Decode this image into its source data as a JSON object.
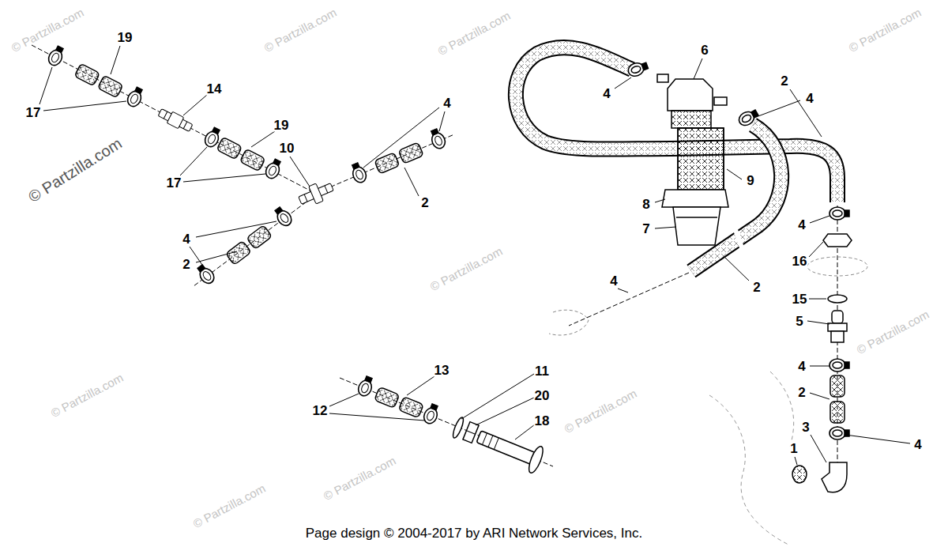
{
  "diagram": {
    "caption": "Page design © 2004-2017 by ARI Network Services, Inc.",
    "labels": [
      "19",
      "17",
      "14",
      "4",
      "19",
      "10",
      "17",
      "2",
      "4",
      "2",
      "13",
      "11",
      "20",
      "18",
      "12",
      "6",
      "4",
      "4",
      "2",
      "9",
      "8",
      "7",
      "4",
      "2",
      "4",
      "16",
      "15",
      "5",
      "4",
      "2",
      "3",
      "1",
      "4",
      "© Partzilla.com",
      "© Partzilla.com",
      "© Partzilla.com",
      "© Partzilla.com",
      "© Partzilla.com",
      "© Partzilla.com",
      "© Partzilla.com",
      "© Partzilla.com",
      "© Partzilla.com",
      "© Partzilla.com",
      "© Partzilla.com"
    ]
  }
}
